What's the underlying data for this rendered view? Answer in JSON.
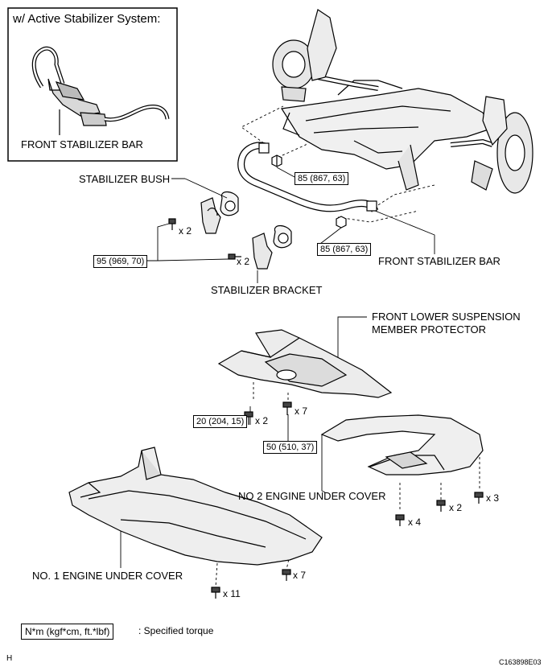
{
  "inset_title": "w/ Active Stabilizer System:",
  "labels": {
    "inset_front_stabilizer_bar": "FRONT STABILIZER BAR",
    "stabilizer_bush": "STABILIZER BUSH",
    "front_stabilizer_bar": "FRONT STABILIZER BAR",
    "stabilizer_bracket": "STABILIZER BRACKET",
    "front_lower_protector_line1": "FRONT LOWER SUSPENSION",
    "front_lower_protector_line2": "MEMBER PROTECTOR",
    "no2_engine_under_cover": "NO  2 ENGINE UNDER COVER",
    "no1_engine_under_cover": "NO. 1 ENGINE UNDER COVER"
  },
  "torques": {
    "t85_upper": "85 (867, 63)",
    "t85_lower": "85 (867, 63)",
    "t95": "95 (969, 70)",
    "t20": "20 (204, 15)",
    "t50": "50 (510, 37)"
  },
  "quantities": {
    "bracket_bolt_upper": "x 2",
    "bracket_bolt_lower": "x 2",
    "protector_bolt_a": "x 2",
    "protector_bolt_b": "x 7",
    "no2_bolt_x3": "x 3",
    "no2_bolt_x2": "x 2",
    "no2_bolt_x4": "x 4",
    "no1_bolt_x7": "x 7",
    "no1_bolt_x11": "x 11"
  },
  "legend": {
    "unit": "N*m (kgf*cm, ft.*lbf)",
    "text": ": Specified torque"
  },
  "footer": {
    "left_letter": "H",
    "figure_code": "C163898E03"
  }
}
